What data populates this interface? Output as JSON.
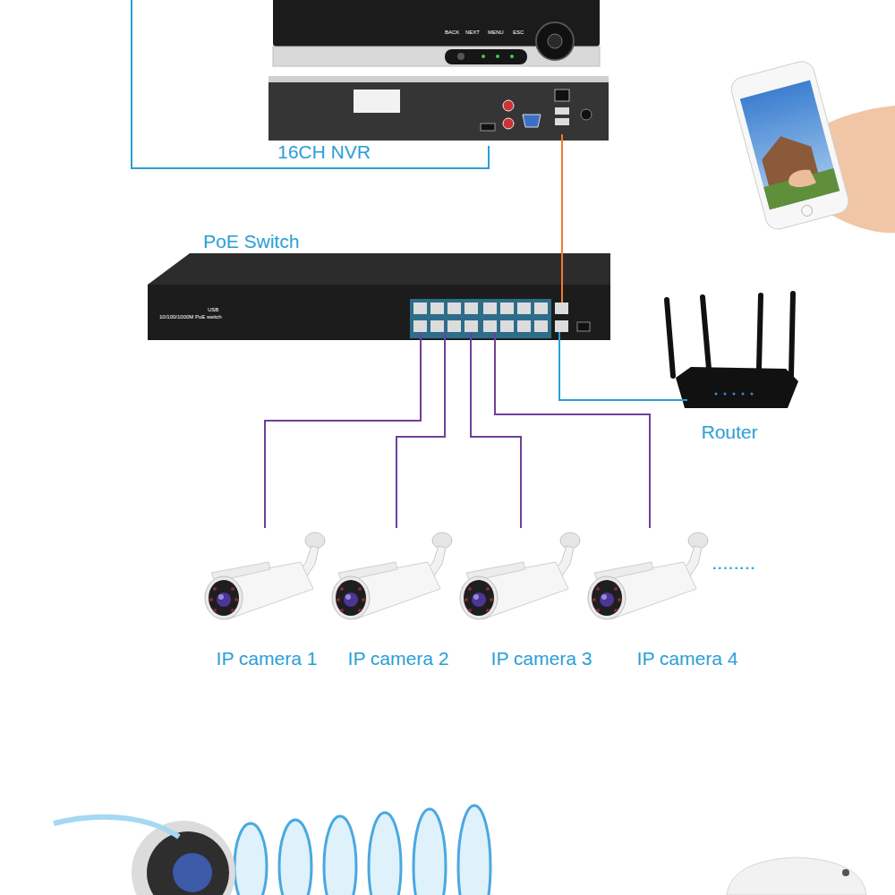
{
  "diagram": {
    "nodes": [
      {
        "text": [
          "16CH NVR"
        ]
      },
      {
        "text": [
          "PoE Switch"
        ]
      },
      {
        "text": [
          "Router"
        ]
      },
      {
        "text": [
          "IP camera 1"
        ]
      },
      {
        "text": [
          "IP camera 2"
        ]
      },
      {
        "text": [
          "IP camera 3"
        ]
      },
      {
        "text": [
          "IP camera 4"
        ]
      }
    ],
    "edges": [
      {
        "from": 0,
        "to": 1,
        "arrow": "none"
      },
      {
        "from": 1,
        "to": 3,
        "arrow": "none"
      },
      {
        "from": 1,
        "to": 4,
        "arrow": "none"
      },
      {
        "from": 1,
        "to": 5,
        "arrow": "none"
      },
      {
        "from": 1,
        "to": 6,
        "arrow": "none"
      },
      {
        "from": 1,
        "to": 2,
        "arrow": "none"
      }
    ],
    "labels": [
      "BACK",
      "NEXT",
      "MENU",
      "ESC",
      "USB",
      "10/100/1000M PoE switch",
      "........"
    ]
  }
}
